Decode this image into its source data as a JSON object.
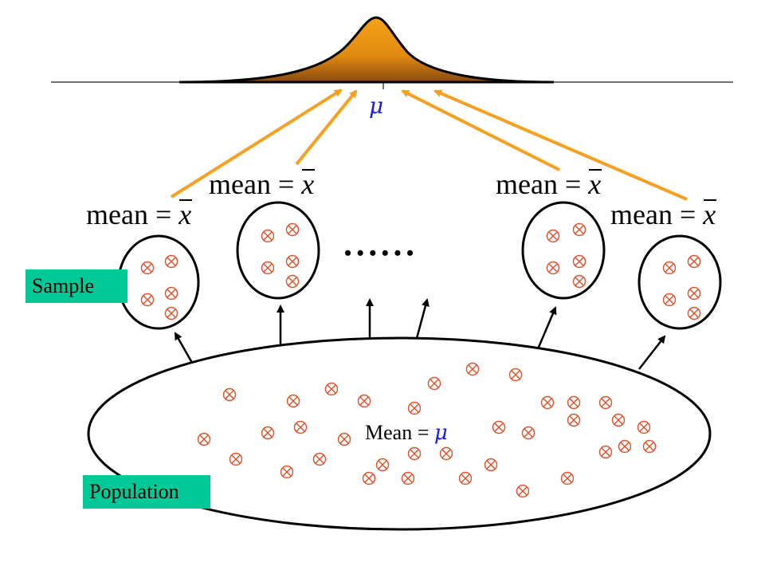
{
  "labels": {
    "sample": "Sample",
    "population": "Population",
    "mu": "μ",
    "population_mean_prefix": "Mean = ",
    "population_mean_symbol": "μ",
    "sample_mean_word": "mean",
    "sample_mean_equals": " = ",
    "sample_mean_symbol": "x",
    "ellipsis": "• • • • • •"
  },
  "colors": {
    "curve_fill": "#f39c12",
    "arrow_orange": "#f5a020",
    "marker_red": "#e0502a",
    "label_box": "#00c896",
    "mu_blue": "#1a1ae6"
  }
}
